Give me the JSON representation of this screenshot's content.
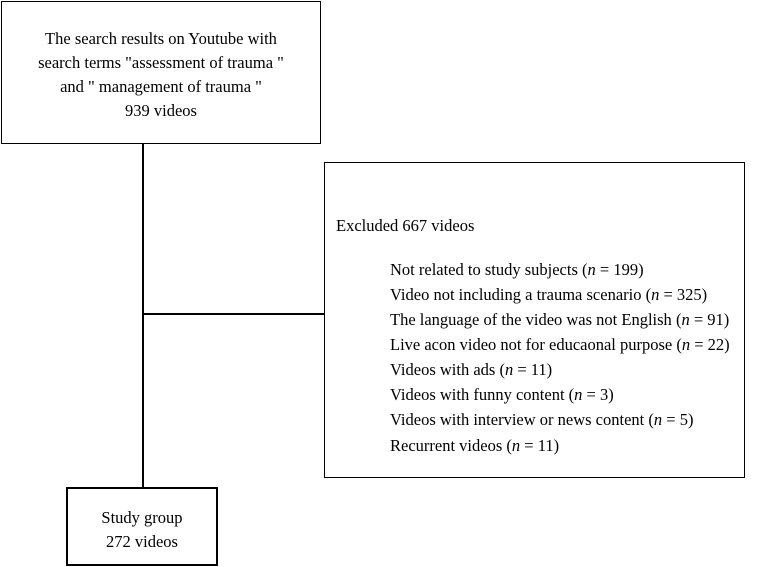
{
  "diagram": {
    "type": "study-flow-diagram",
    "source_box": {
      "lines": [
        "The search results on Youtube with",
        "search terms \"assessment of trauma \"",
        "and \" management of trauma \"",
        "939 videos"
      ],
      "count": 939,
      "count_label": "939 videos"
    },
    "excluded_box": {
      "heading": "Excluded 667 videos",
      "excluded_count": 667,
      "reasons": [
        {
          "label": "Not related to study subjects",
          "n": 199,
          "text": "Not related to study subjects (n = 199)"
        },
        {
          "label": "Video not including a trauma scenario",
          "n": 325,
          "text": "Video not including a trauma scenario (n = 325)"
        },
        {
          "label": "The language of the video was not English",
          "n": 91,
          "text": "The language of the video was not English (n = 91)"
        },
        {
          "label": "Live acon video not for educaonal purpose",
          "n": 22,
          "text": "Live acon video not for educaonal purpose (n = 22)"
        },
        {
          "label": "Videos with ads",
          "n": 11,
          "text": "Videos with ads (n = 11)"
        },
        {
          "label": "Videos with funny content",
          "n": 3,
          "text": "Videos with funny content (n = 3)"
        },
        {
          "label": "Videos with interview or news content",
          "n": 5,
          "text": "Videos with interview or news content (n = 5)"
        },
        {
          "label": "Recurrent videos",
          "n": 11,
          "text": "Recurrent videos (n = 11)"
        }
      ]
    },
    "study_box": {
      "lines": [
        "Study group",
        "272 videos"
      ],
      "title": "Study group",
      "count": 272,
      "count_label": "272 videos"
    },
    "colors": {
      "background": "#ffffff",
      "border": "#000000",
      "text": "#000000"
    }
  }
}
